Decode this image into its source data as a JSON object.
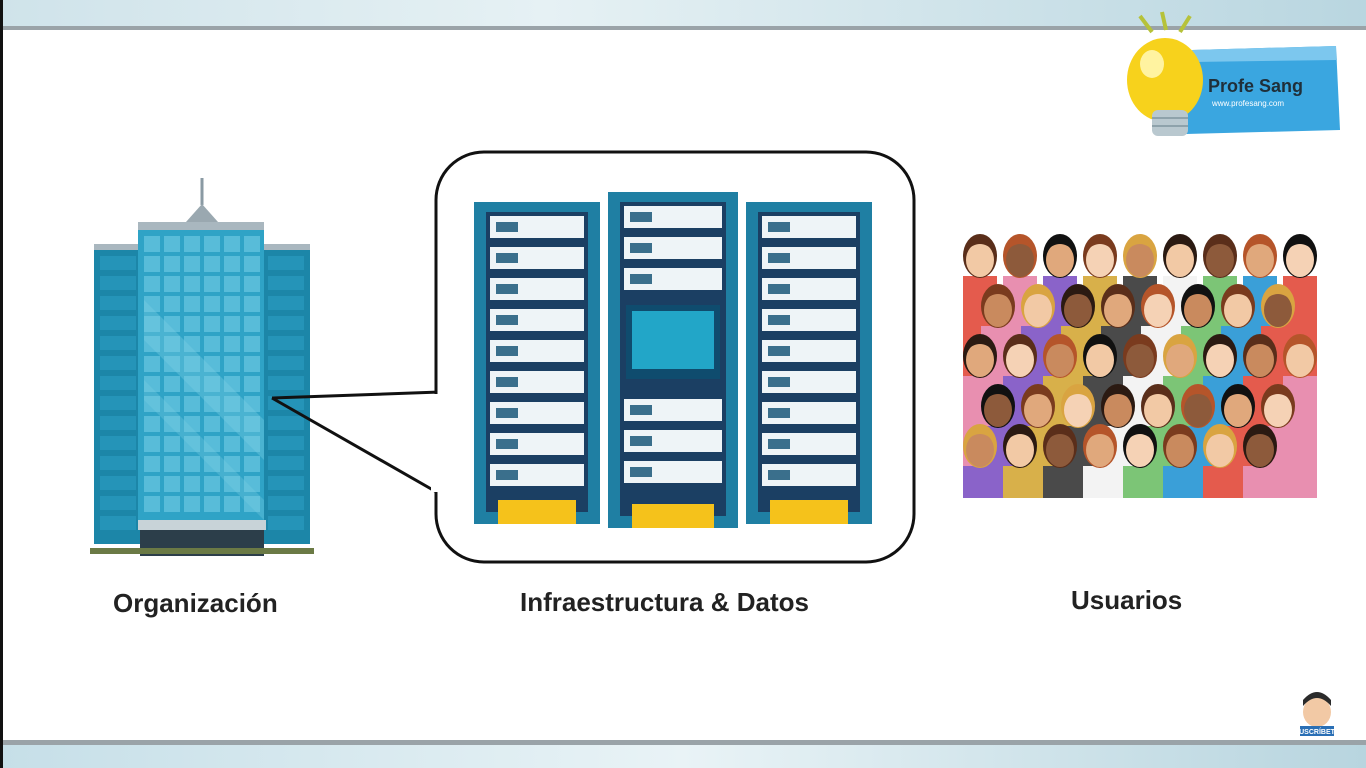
{
  "labels": {
    "organization": "Organización",
    "infrastructure": "Infraestructura & Datos",
    "users": "Usuarios"
  },
  "logo": {
    "name": "Profe Sang",
    "url": "www.profesang.com"
  },
  "subscribe": {
    "label": "SUSCRÍBETE"
  },
  "colors": {
    "building": "#2a9fc0",
    "server_rack": "#1f7fa3",
    "server_unit": "#eef4f7",
    "accent_yellow": "#f5c21b",
    "logo_blue": "#3aa6e0"
  }
}
